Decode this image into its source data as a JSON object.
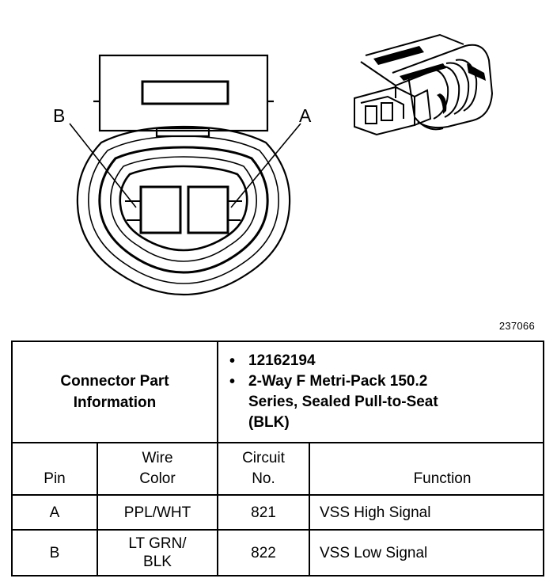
{
  "figure": {
    "pin_labels": [
      "B",
      "A"
    ],
    "figure_number": "237066"
  },
  "table": {
    "part_info_label": "Connector Part Information",
    "part_info_items": [
      "12162194",
      "2-Way F Metri-Pack 150.2 Series, Sealed Pull-to-Seat (BLK)"
    ],
    "headers": {
      "pin": "Pin",
      "wire_color_line1": "Wire",
      "wire_color_line2": "Color",
      "circuit_line1": "Circuit",
      "circuit_line2": "No.",
      "function": "Function"
    },
    "rows": [
      {
        "pin": "A",
        "wire_color_line1": "PPL/WHT",
        "wire_color_line2": "",
        "circuit": "821",
        "function": "VSS High Signal"
      },
      {
        "pin": "B",
        "wire_color_line1": "LT GRN/",
        "wire_color_line2": "BLK",
        "circuit": "822",
        "function": "VSS Low Signal"
      }
    ]
  }
}
